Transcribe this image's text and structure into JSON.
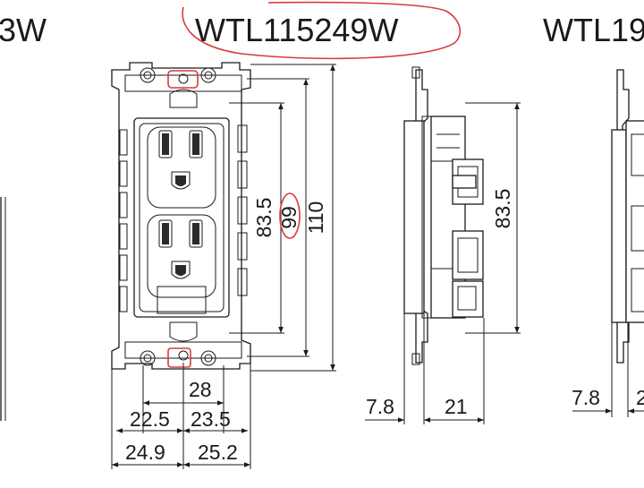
{
  "titles": {
    "left_partial": "3W",
    "center": "WTL115249W",
    "right_partial": "WTL19"
  },
  "front_view": {
    "height_inner": "83.5",
    "height_mid": "99",
    "height_outer": "110",
    "width_center": "28",
    "width_left_mid": "22.5",
    "width_right_mid": "23.5",
    "width_left_outer": "24.9",
    "width_right_outer": "25.2"
  },
  "side_view": {
    "height": "83.5",
    "depth_front": "7.8",
    "depth_body": "21"
  },
  "right_partial_view": {
    "depth_front": "7.8",
    "depth_body_partial": "2"
  },
  "colors": {
    "line": "#1a1a1a",
    "annotation": "#d83a3a"
  }
}
